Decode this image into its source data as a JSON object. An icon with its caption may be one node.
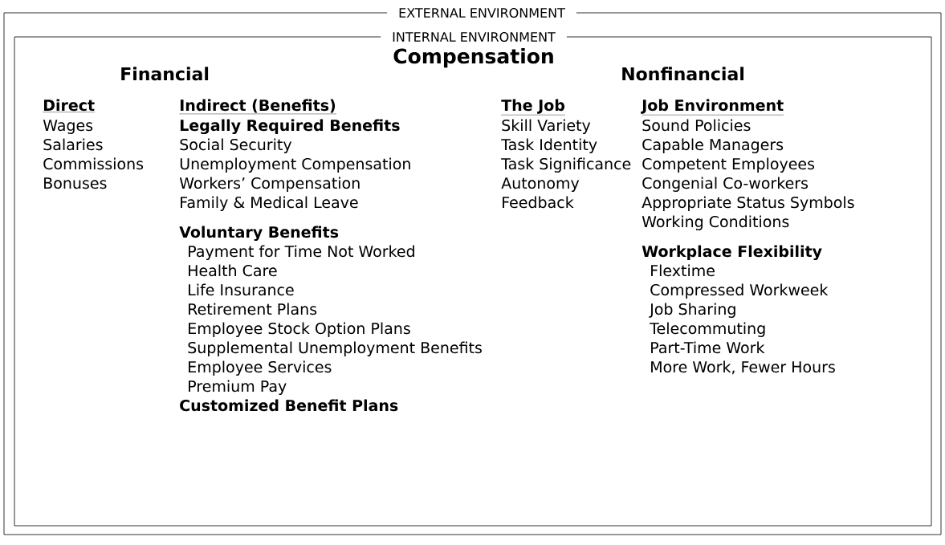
{
  "diagram": {
    "nodes": [
      {
        "text": [
          "EXTERNAL ENVIRONMENT"
        ]
      },
      {
        "text": [
          "INTERNAL ENVIRONMENT"
        ],
        "in": 0
      }
    ],
    "labels": [
      "Compensation",
      "Financial",
      "Nonfinancial",
      "Direct",
      "Indirect (Benefits)",
      "The Job",
      "Job Environment",
      "Wages",
      "Salaries",
      "Commissions",
      "Bonuses",
      "Legally Required Benefits",
      "Social Security",
      "Unemployment Compensation",
      "Workers’ Compensation",
      "Family & Medical Leave",
      "Voluntary Benefits",
      "Payment for Time Not Worked",
      "Health Care",
      "Life Insurance",
      "Retirement Plans",
      "Employee Stock Option Plans",
      "Supplemental Unemployment Benefits",
      "Employee Services",
      "Premium Pay",
      "Customized Benefit Plans",
      "Skill Variety",
      "Task Identity",
      "Task Significance",
      "Autonomy",
      "Feedback",
      "Sound Policies",
      "Capable Managers",
      "Competent Employees",
      "Congenial Co-workers",
      "Appropriate Status Symbols",
      "Working Conditions",
      "Workplace Flexibility",
      "Flextime",
      "Compressed Workweek",
      "Job Sharing",
      "Telecommuting",
      "Part-Time Work",
      "More Work, Fewer Hours"
    ]
  }
}
